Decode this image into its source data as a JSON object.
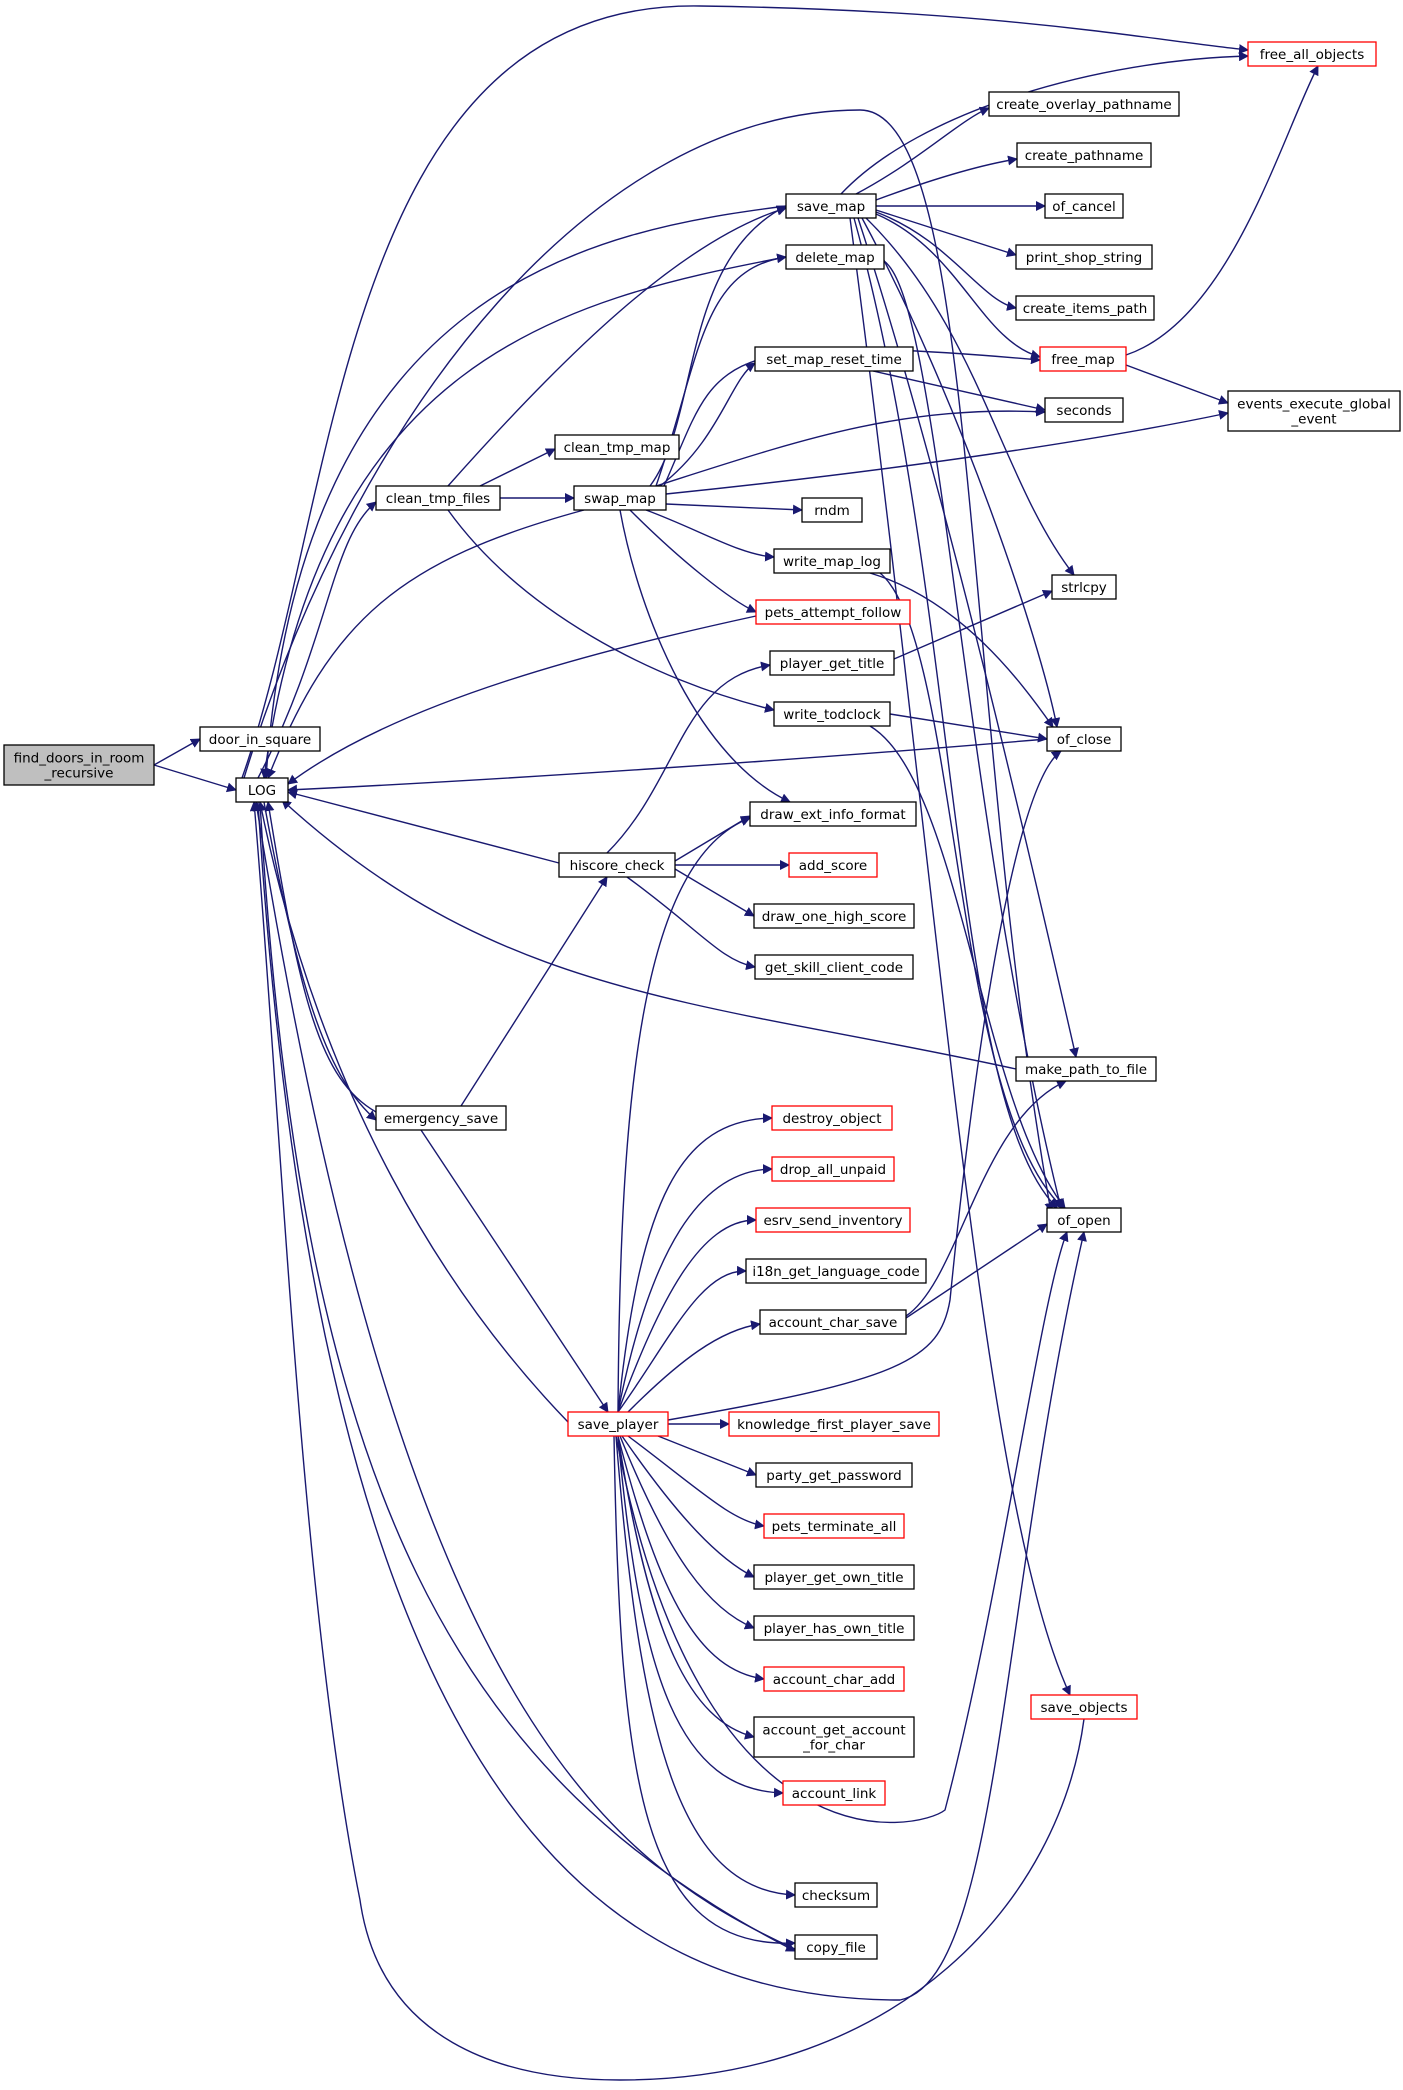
{
  "colors": {
    "edge": "#191970",
    "normal_border": "#000000",
    "truncated_border": "#ff0000",
    "root_fill": "#bfbfbf",
    "node_fill": "#ffffff"
  },
  "nodes": {
    "root": {
      "lines": [
        "find_doors_in_room",
        "_recursive"
      ],
      "style": "root"
    },
    "door_in_square": {
      "lines": [
        "door_in_square"
      ],
      "style": "normal"
    },
    "LOG": {
      "lines": [
        "LOG"
      ],
      "style": "normal"
    },
    "clean_tmp_files": {
      "lines": [
        "clean_tmp_files"
      ],
      "style": "normal"
    },
    "clean_tmp_map": {
      "lines": [
        "clean_tmp_map"
      ],
      "style": "normal"
    },
    "swap_map": {
      "lines": [
        "swap_map"
      ],
      "style": "normal"
    },
    "save_map": {
      "lines": [
        "save_map"
      ],
      "style": "normal"
    },
    "delete_map": {
      "lines": [
        "delete_map"
      ],
      "style": "normal"
    },
    "set_map_reset_time": {
      "lines": [
        "set_map_reset_time"
      ],
      "style": "normal"
    },
    "rndm": {
      "lines": [
        "rndm"
      ],
      "style": "normal"
    },
    "write_map_log": {
      "lines": [
        "write_map_log"
      ],
      "style": "normal"
    },
    "pets_attempt_follow": {
      "lines": [
        "pets_attempt_follow"
      ],
      "style": "truncated"
    },
    "player_get_title": {
      "lines": [
        "player_get_title"
      ],
      "style": "normal"
    },
    "write_todclock": {
      "lines": [
        "write_todclock"
      ],
      "style": "normal"
    },
    "draw_ext_info_format": {
      "lines": [
        "draw_ext_info_format"
      ],
      "style": "normal"
    },
    "hiscore_check": {
      "lines": [
        "hiscore_check"
      ],
      "style": "normal"
    },
    "add_score": {
      "lines": [
        "add_score"
      ],
      "style": "truncated"
    },
    "draw_one_high_score": {
      "lines": [
        "draw_one_high_score"
      ],
      "style": "normal"
    },
    "get_skill_client_code": {
      "lines": [
        "get_skill_client_code"
      ],
      "style": "normal"
    },
    "emergency_save": {
      "lines": [
        "emergency_save"
      ],
      "style": "normal"
    },
    "destroy_object": {
      "lines": [
        "destroy_object"
      ],
      "style": "truncated"
    },
    "drop_all_unpaid": {
      "lines": [
        "drop_all_unpaid"
      ],
      "style": "truncated"
    },
    "esrv_send_inventory": {
      "lines": [
        "esrv_send_inventory"
      ],
      "style": "truncated"
    },
    "i18n_get_language_code": {
      "lines": [
        "i18n_get_language_code"
      ],
      "style": "normal"
    },
    "account_char_save": {
      "lines": [
        "account_char_save"
      ],
      "style": "normal"
    },
    "save_player": {
      "lines": [
        "save_player"
      ],
      "style": "truncated"
    },
    "knowledge_first_player_save": {
      "lines": [
        "knowledge_first_player_save"
      ],
      "style": "truncated"
    },
    "party_get_password": {
      "lines": [
        "party_get_password"
      ],
      "style": "normal"
    },
    "pets_terminate_all": {
      "lines": [
        "pets_terminate_all"
      ],
      "style": "truncated"
    },
    "player_get_own_title": {
      "lines": [
        "player_get_own_title"
      ],
      "style": "normal"
    },
    "player_has_own_title": {
      "lines": [
        "player_has_own_title"
      ],
      "style": "normal"
    },
    "account_char_add": {
      "lines": [
        "account_char_add"
      ],
      "style": "truncated"
    },
    "account_get_account_for_char": {
      "lines": [
        "account_get_account",
        "_for_char"
      ],
      "style": "normal"
    },
    "account_link": {
      "lines": [
        "account_link"
      ],
      "style": "truncated"
    },
    "checksum": {
      "lines": [
        "checksum"
      ],
      "style": "normal"
    },
    "copy_file": {
      "lines": [
        "copy_file"
      ],
      "style": "normal"
    },
    "free_all_objects": {
      "lines": [
        "free_all_objects"
      ],
      "style": "truncated"
    },
    "create_overlay_pathname": {
      "lines": [
        "create_overlay_pathname"
      ],
      "style": "normal"
    },
    "create_pathname": {
      "lines": [
        "create_pathname"
      ],
      "style": "normal"
    },
    "of_cancel": {
      "lines": [
        "of_cancel"
      ],
      "style": "normal"
    },
    "print_shop_string": {
      "lines": [
        "print_shop_string"
      ],
      "style": "normal"
    },
    "create_items_path": {
      "lines": [
        "create_items_path"
      ],
      "style": "normal"
    },
    "free_map": {
      "lines": [
        "free_map"
      ],
      "style": "truncated"
    },
    "events_execute_global_event": {
      "lines": [
        "events_execute_global",
        "_event"
      ],
      "style": "normal"
    },
    "seconds": {
      "lines": [
        "seconds"
      ],
      "style": "normal"
    },
    "strlcpy": {
      "lines": [
        "strlcpy"
      ],
      "style": "normal"
    },
    "of_close": {
      "lines": [
        "of_close"
      ],
      "style": "normal"
    },
    "make_path_to_file": {
      "lines": [
        "make_path_to_file"
      ],
      "style": "normal"
    },
    "of_open": {
      "lines": [
        "of_open"
      ],
      "style": "normal"
    },
    "save_objects": {
      "lines": [
        "save_objects"
      ],
      "style": "truncated"
    }
  }
}
